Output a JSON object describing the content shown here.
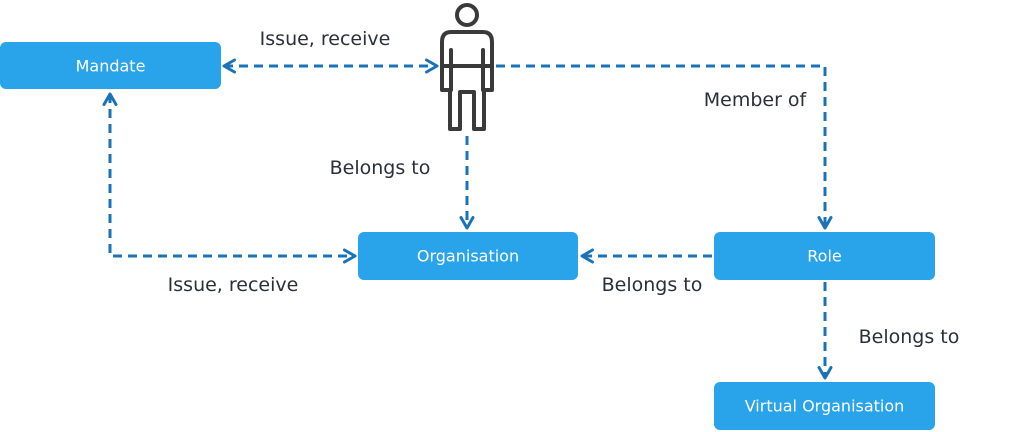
{
  "nodes": {
    "mandate": "Mandate",
    "organisation": "Organisation",
    "role": "Role",
    "virtual_organisation": "Virtual Organisation"
  },
  "edges": {
    "mandate_person": "Issue, receive",
    "mandate_organisation": "Issue, receive",
    "person_organisation": "Belongs to",
    "person_role": "Member of",
    "role_organisation": "Belongs to",
    "role_virtual": "Belongs to"
  },
  "icons": {
    "person": "person-icon"
  },
  "colors": {
    "node_fill": "#29a3ea",
    "node_text": "#ffffff",
    "edge": "#1a73b8",
    "label_text": "#2b2f3a",
    "person_stroke": "#3a3a3a"
  }
}
